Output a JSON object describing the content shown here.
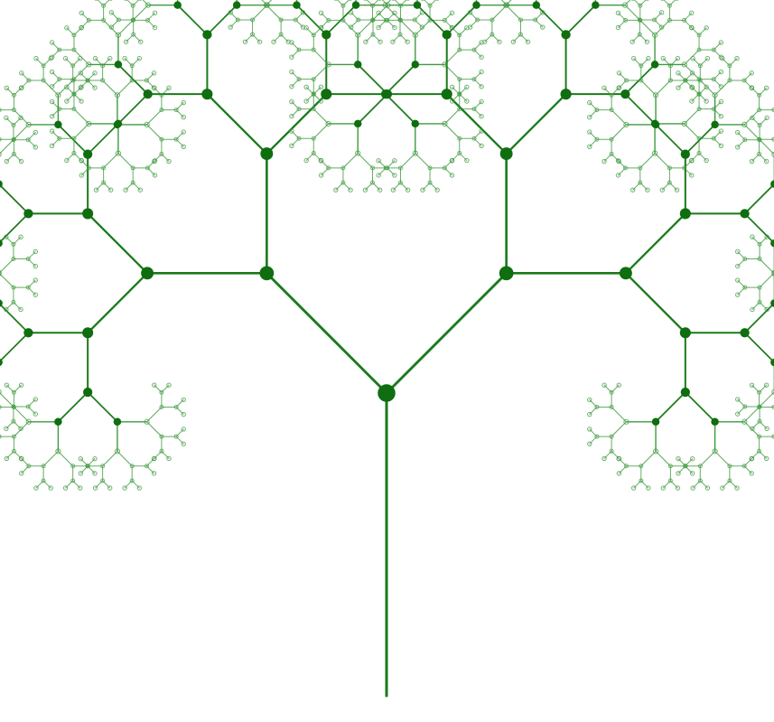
{
  "scene": {
    "background_color": "#ffffff",
    "branch_color": "#1a7a1a",
    "branch_color_light": "#3f9a3f",
    "node_color": "#0f6e0f",
    "subject": "fractal-tree",
    "recursion_depth": 9,
    "branch_angle_degrees": 45,
    "length_ratio": 0.5
  }
}
